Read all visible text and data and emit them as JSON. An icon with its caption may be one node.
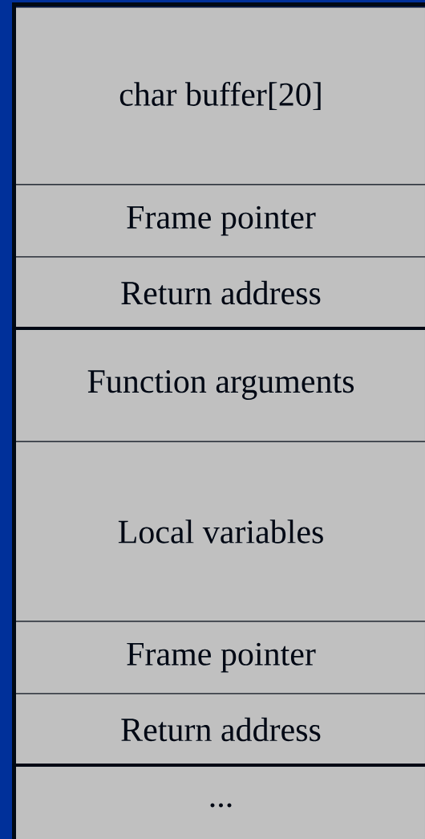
{
  "diagram": {
    "nodes": [
      {
        "text": [
          "char buffer[20]"
        ]
      },
      {
        "text": [
          "Frame pointer"
        ]
      },
      {
        "text": [
          "Return address"
        ]
      },
      {
        "text": [
          "Function arguments"
        ]
      },
      {
        "text": [
          "Local variables"
        ]
      },
      {
        "text": [
          "Frame pointer"
        ]
      },
      {
        "text": [
          "Return address"
        ]
      },
      {
        "text": [
          "..."
        ]
      }
    ]
  }
}
